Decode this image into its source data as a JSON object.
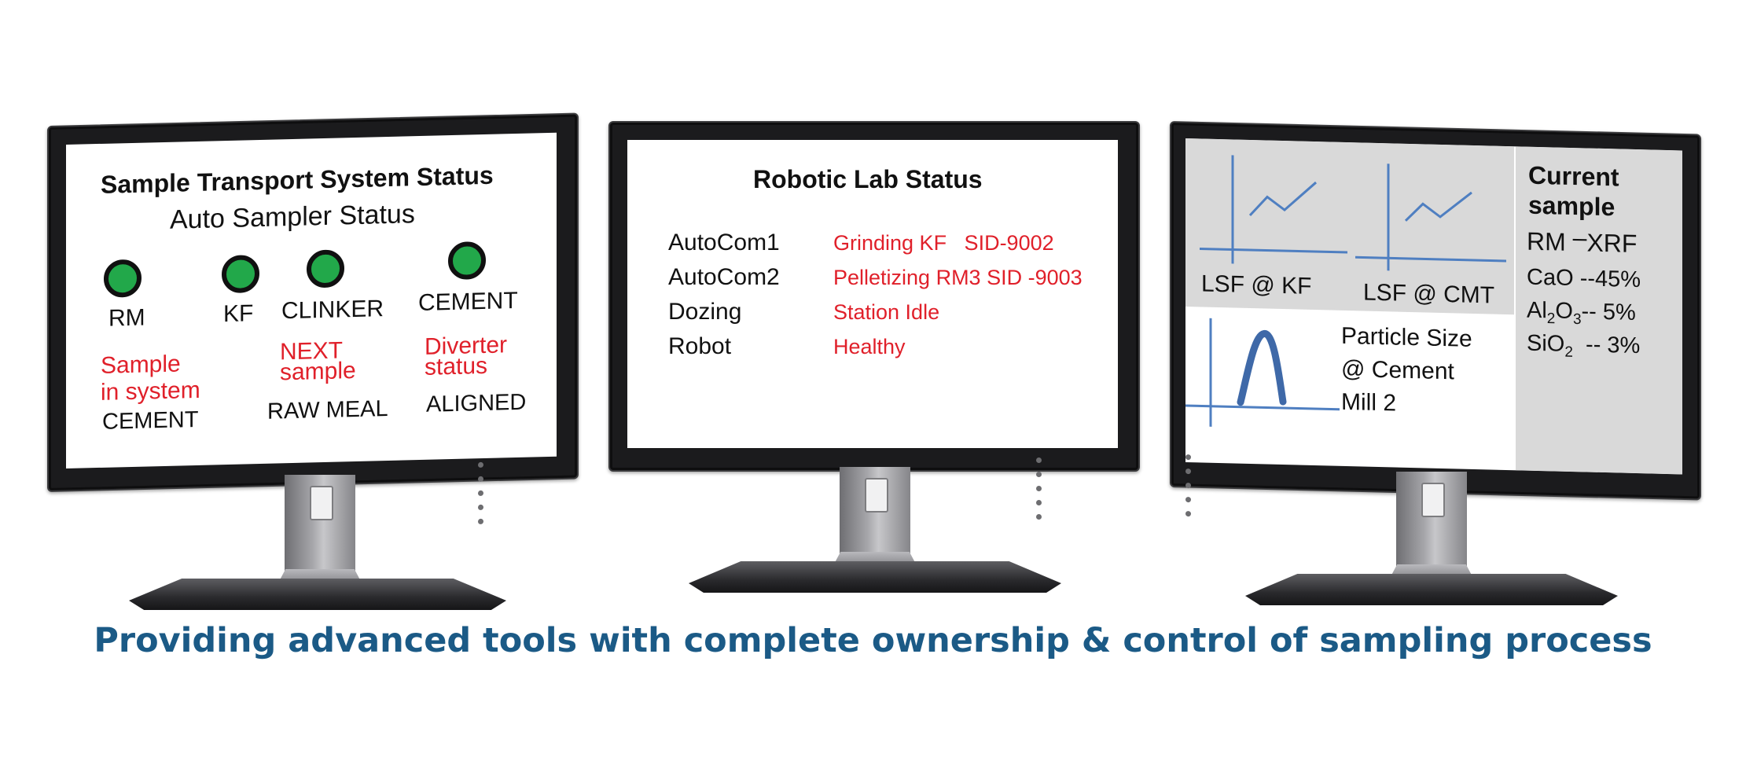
{
  "colors": {
    "accent_red": "#e0202a",
    "caption_blue": "#1b5a86",
    "led_green": "#22a84a",
    "chart_line_blue": "#4f7fc1",
    "panel_gray": "#d9d9d9"
  },
  "monitor1": {
    "title": "Sample Transport System Status",
    "subtitle": "Auto Sampler Status",
    "indicators": [
      {
        "label": "RM",
        "status_color": "#22a84a"
      },
      {
        "label": "KF",
        "status_color": "#22a84a"
      },
      {
        "label": "CLINKER",
        "status_color": "#22a84a"
      },
      {
        "label": "CEMENT",
        "status_color": "#22a84a"
      }
    ],
    "info": [
      {
        "heading_line1": "Sample",
        "heading_line2": "in system",
        "value": "CEMENT"
      },
      {
        "heading_line1": "NEXT",
        "heading_line2": "sample",
        "value": "RAW MEAL"
      },
      {
        "heading_line1": "Diverter",
        "heading_line2": "status",
        "value": "ALIGNED"
      }
    ]
  },
  "monitor2": {
    "title": "Robotic Lab Status",
    "rows": [
      {
        "name": "AutoCom1",
        "status": "Grinding KF   SID-9002"
      },
      {
        "name": "AutoCom2",
        "status": "Pelletizing RM3 SID -9003"
      },
      {
        "name": "Dozing",
        "status": "Station Idle"
      },
      {
        "name": "Robot",
        "status": "Healthy"
      }
    ]
  },
  "monitor3": {
    "chart1_label": "LSF @ KF",
    "chart2_label": "LSF @ CMT",
    "particle_line1": "Particle Size",
    "particle_line2": "@ Cement",
    "particle_line3": "Mill 2",
    "current_title_line1": "Current",
    "current_title_line2": "sample",
    "current_type": "RM",
    "current_dash": "–",
    "current_method": "XRF",
    "composition": [
      {
        "el1": "CaO",
        "sub1": "",
        "el2": "",
        "sub2": "",
        "value": " --45%"
      },
      {
        "el1": "Al",
        "sub1": "2",
        "el2": "O",
        "sub2": "3",
        "value": "-- 5%"
      },
      {
        "el1": "SiO",
        "sub1": "2",
        "el2": "",
        "sub2": "",
        "value": "  -- 3%"
      }
    ]
  },
  "caption": "Providing advanced tools with complete ownership & control of sampling process"
}
